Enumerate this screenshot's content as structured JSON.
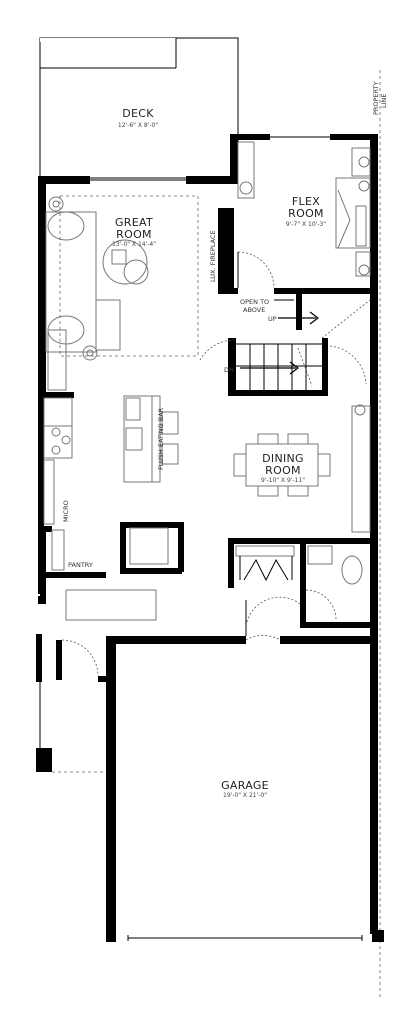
{
  "rooms": {
    "deck": {
      "name": "DECK",
      "dim": "12'-6\" X 8'-0\""
    },
    "great": {
      "name1": "GREAT",
      "name2": "ROOM",
      "dim": "13'-0\" X 14'-4\""
    },
    "flex": {
      "name1": "FLEX",
      "name2": "ROOM",
      "dim": "9'-7\" X 10'-3\""
    },
    "dining": {
      "name1": "DINING",
      "name2": "ROOM",
      "dim": "9'-10\" X 9'-11\""
    },
    "garage": {
      "name": "GARAGE",
      "dim": "19'-0\" X 21'-0\""
    }
  },
  "labels": {
    "fireplace": "LUX. FIREPLACE",
    "open_to_above_1": "OPEN TO",
    "open_to_above_2": "ABOVE",
    "up": "UP",
    "dn": "DN",
    "eating_bar": "FLUSH EATING BAR",
    "micro": "MICRO",
    "pantry": "PANTRY",
    "property_line_1": "PROPERTY",
    "property_line_2": "LINE"
  }
}
